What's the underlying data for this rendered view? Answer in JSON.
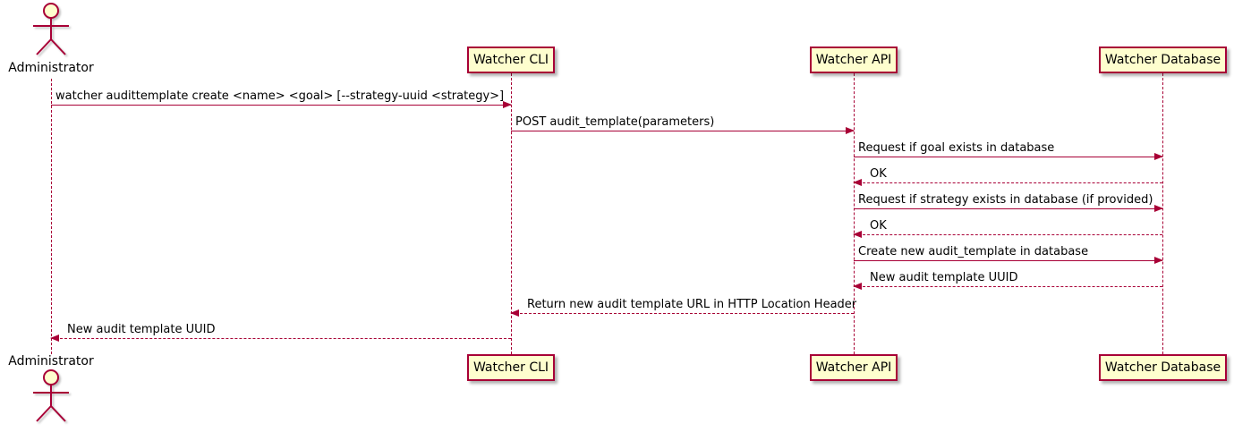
{
  "diagram": {
    "type": "uml-sequence",
    "colors": {
      "accent": "#A80036",
      "participant_fill": "#FEFECE",
      "text": "#000000",
      "background": "#FFFFFF"
    },
    "actor": {
      "label": "Administrator"
    },
    "participants": [
      {
        "label": "Watcher CLI"
      },
      {
        "label": "Watcher API"
      },
      {
        "label": "Watcher Database"
      }
    ],
    "messages": [
      {
        "from": "Administrator",
        "to": "Watcher CLI",
        "style": "solid",
        "label": "watcher audittemplate create <name> <goal> [--strategy-uuid <strategy>]"
      },
      {
        "from": "Watcher CLI",
        "to": "Watcher API",
        "style": "solid",
        "label": "POST audit_template(parameters)"
      },
      {
        "from": "Watcher API",
        "to": "Watcher Database",
        "style": "solid",
        "label": "Request if goal exists in database"
      },
      {
        "from": "Watcher Database",
        "to": "Watcher API",
        "style": "dashed",
        "label": "OK"
      },
      {
        "from": "Watcher API",
        "to": "Watcher Database",
        "style": "solid",
        "label": "Request if strategy exists in database (if provided)"
      },
      {
        "from": "Watcher Database",
        "to": "Watcher API",
        "style": "dashed",
        "label": "OK"
      },
      {
        "from": "Watcher API",
        "to": "Watcher Database",
        "style": "solid",
        "label": "Create new audit_template in database"
      },
      {
        "from": "Watcher Database",
        "to": "Watcher API",
        "style": "dashed",
        "label": "New audit template UUID"
      },
      {
        "from": "Watcher API",
        "to": "Watcher CLI",
        "style": "dashed",
        "label": "Return new audit template URL in HTTP Location Header"
      },
      {
        "from": "Watcher CLI",
        "to": "Administrator",
        "style": "dashed",
        "label": "New audit template UUID"
      }
    ]
  }
}
